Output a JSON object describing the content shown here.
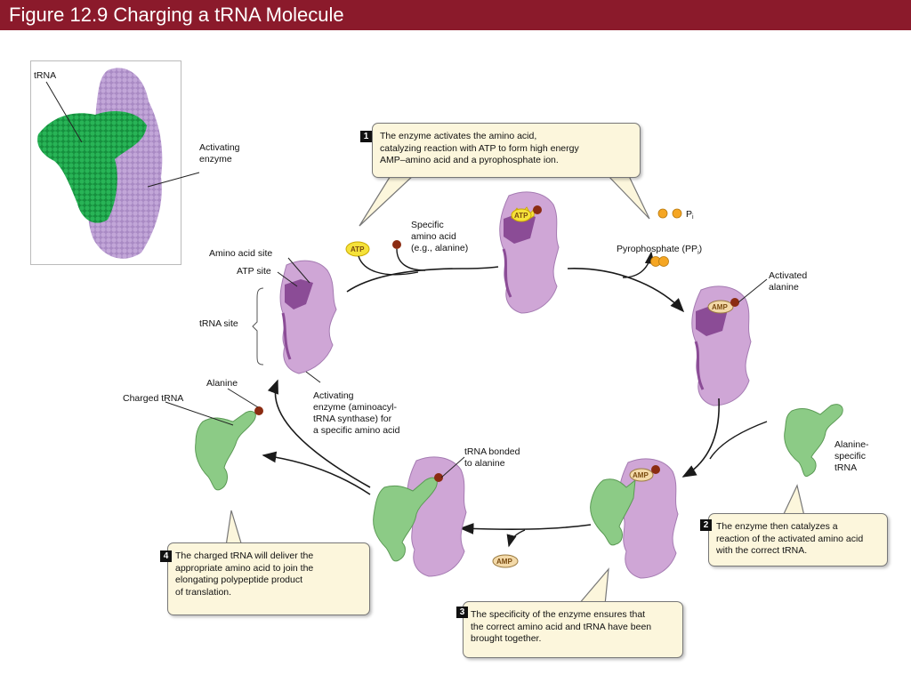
{
  "header": {
    "title": "Figure 12.9 Charging a tRNA Molecule"
  },
  "photo": {
    "trna_label": "tRNA",
    "enzyme_label": "Activating\nenzyme"
  },
  "labels": {
    "amino_acid_site": "Amino acid site",
    "atp_site": "ATP site",
    "trna_site": "tRNA site",
    "activating_enzyme_full": "Activating\nenzyme (aminoacyl-\ntRNA synthase) for\na specific amino acid",
    "specific_amino_acid": "Specific\namino acid\n(e.g., alanine)",
    "pi": "P",
    "pi_sub": "i",
    "pyrophosphate": "Pyrophosphate (PP",
    "pyrophosphate_sub": "i",
    "pyrophosphate_close": ")",
    "activated_alanine": "Activated\nalanine",
    "alanine_specific_trna": "Alanine-\nspecific\ntRNA",
    "trna_bonded": "tRNA bonded\nto alanine",
    "alanine": "Alanine",
    "charged_trna": "Charged tRNA"
  },
  "tags": {
    "atp": "ATP",
    "amp": "AMP"
  },
  "steps": [
    {
      "number": "1",
      "text": "The enzyme activates the amino acid,\ncatalyzing reaction with ATP to form high energy\nAMP–amino acid and a pyrophosphate ion."
    },
    {
      "number": "2",
      "text": "The enzyme then catalyzes a\nreaction of the activated amino acid\nwith the correct tRNA."
    },
    {
      "number": "3",
      "text": "The specificity of the enzyme ensures that\nthe correct amino acid and tRNA have been\nbrought together."
    },
    {
      "number": "4",
      "text": "The charged tRNA will deliver the\nappropriate amino acid to join the\nelongating polypeptide product\nof translation."
    }
  ],
  "colors": {
    "title_bar": "#8b1a2b",
    "enzyme": "#cfa6d6",
    "trna": "#7fc07f",
    "callout": "#fcf6dc",
    "amino_acid": "#8b2c12",
    "atp": "#f5e23a",
    "amp": "#f3d9a8"
  }
}
